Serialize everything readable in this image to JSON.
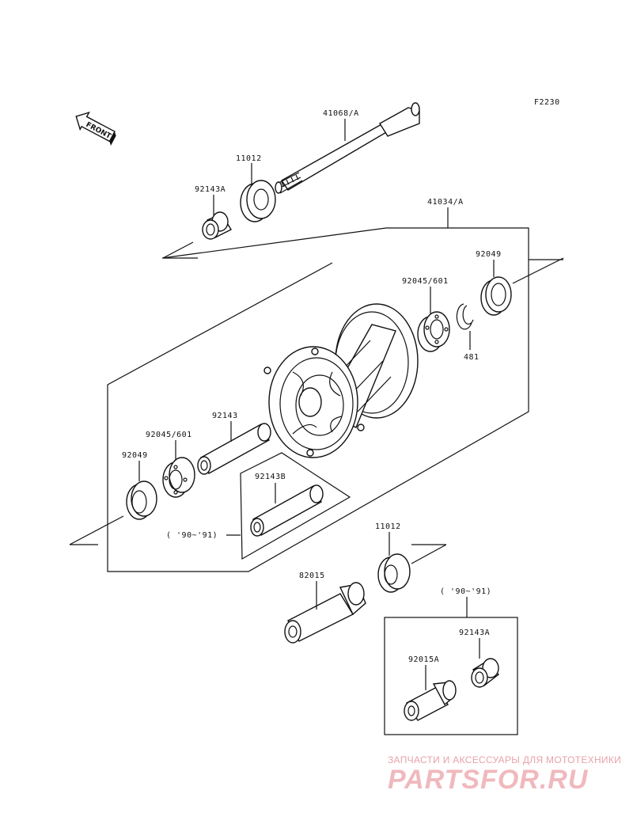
{
  "diagram": {
    "figure_code": "F2230",
    "front_label": "FRONT",
    "parts": {
      "axle": "41068/A",
      "bearing_top": "11012",
      "collar_top": "92143A",
      "hub": "41034/A",
      "seal_right": "92049",
      "bearing_right": "92045/601",
      "circlip": "481",
      "spacer": "92143",
      "bearing_left": "92045/601",
      "seal_left": "92049",
      "spacer_b": "92143B",
      "spacer_b_note": "( '90~'91)",
      "bearing_bottom": "11012",
      "collar_bottom": "82015",
      "box_note": "( '90~'91)",
      "collar_box_a": "92143A",
      "collar_box_b": "92015A"
    }
  },
  "watermark": {
    "caption": "ЗАПЧАСТИ И АКСЕССУАРЫ ДЛЯ МОТОТЕХНИКИ",
    "logo": "PARTSFOR.RU"
  }
}
